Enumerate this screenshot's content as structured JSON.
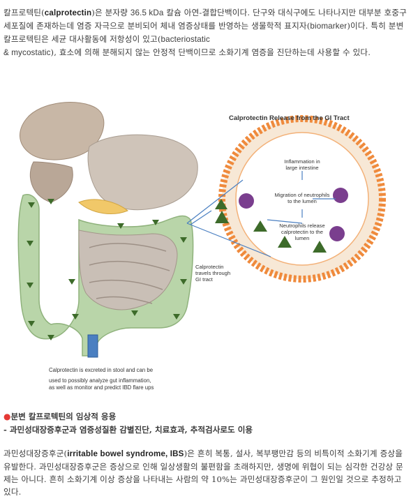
{
  "intro": {
    "pre": "칼프로텍틴(",
    "term": "calprotectin",
    "mid1": ")은 분자량 ",
    "weight": "36.5 kDa",
    "mid2": " 칼슘 아연-결합단백이다. 단구와 대식구에도 나타나지만 대부분 호중구 세포질에 존재하는데 염증 자극으로 분비되어 체내 염증상태를 반영하는 생물학적 표지자(",
    "biomarker": "biomarker",
    "mid3": ")이다. 특히 분변 칼프로텍틴은 세균 대사활동에 저항성이 있고(",
    "bacteriostatic": "bacteriostatic",
    "amp": "& mycostatic",
    "post": "), 효소에 의해 분해되지 않는 안정적 단백이므로 소화기계 염증을 진단하는데 사용할 수 있다."
  },
  "figure": {
    "title": "Calprotectin Release from the GI Tract",
    "inflammation": [
      "Inflammation in",
      "large intestine"
    ],
    "migration": [
      "Migration of neutrophils",
      "to the lumen"
    ],
    "release": [
      "Neutrophils release",
      "calprotectin to the",
      "lumen"
    ],
    "travels": [
      "Calprotectin",
      "travels through",
      "GI tract"
    ],
    "stool": [
      "Calprotectin is excreted in stool and can be",
      "used to possibly analyze gut inflammation,",
      "as well as monitor and predict IBD flare ups"
    ],
    "colors": {
      "intestine_green": "#b9d5a9",
      "triangle": "#3d6b2a",
      "arrow_blue": "#4a7fc1",
      "cell_orange": "#ef8a3c",
      "neutrophil": "#7a3e8e"
    }
  },
  "section": {
    "bullet": "●",
    "title": "분변 칼프로텍틴의 임상적 응용",
    "subtitle": "- 과민성대장증후군과 염증성질환 감별진단, 치료효과, 추적검사로도 이용"
  },
  "ibs": {
    "pre": "과민성대장증후군(",
    "term": "irritable bowel syndrome, IBS",
    "post": ")은 흔히 복통, 설사, 복부팽만감 등의 비특이적 소화기계 증상을 유발한다. 과민성대장증후군은 증상으로 인해 일상생활의 불편함을 초래하지만, 생명에 위협이 되는 심각한 건강상 문제는 아니다. 흔히 소화기계 이상 증상을 나타내는 사람의 약 10%는 과민성대장증후군이 그 원인일 것으로 추정하고 있다."
  }
}
